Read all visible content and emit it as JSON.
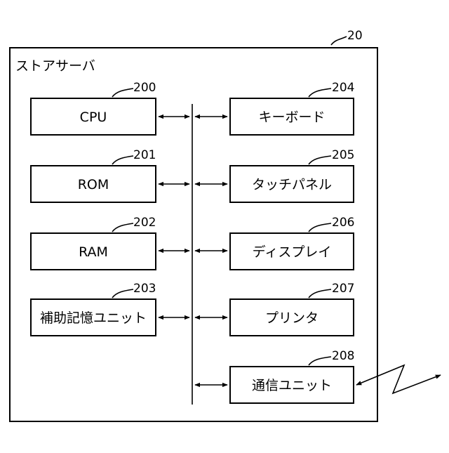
{
  "server": {
    "ref": "20",
    "title": "ストアサーバ"
  },
  "left_blocks": [
    {
      "ref": "200",
      "label": "CPU"
    },
    {
      "ref": "201",
      "label": "ROM"
    },
    {
      "ref": "202",
      "label": "RAM"
    },
    {
      "ref": "203",
      "label": "補助記憶ユニット"
    }
  ],
  "right_blocks": [
    {
      "ref": "204",
      "label": "キーボード"
    },
    {
      "ref": "205",
      "label": "タッチパネル"
    },
    {
      "ref": "206",
      "label": "ディスプレイ"
    },
    {
      "ref": "207",
      "label": "プリンタ"
    },
    {
      "ref": "208",
      "label": "通信ユニット"
    }
  ]
}
